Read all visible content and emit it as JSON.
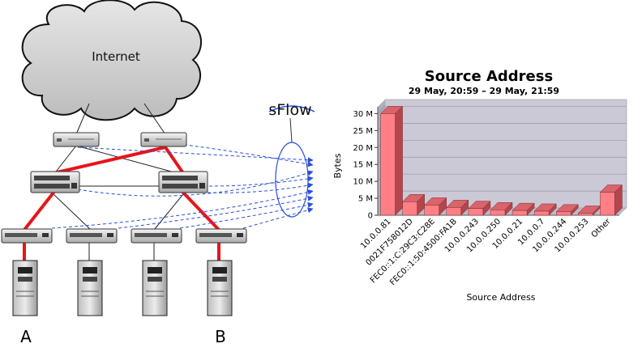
{
  "diagram": {
    "cloud_label": "Internet",
    "host_a_label": "A",
    "host_b_label": "B",
    "sflow_logo": "sFlow",
    "colors": {
      "red_path": "#e8141b",
      "sflow_arrow": "#2a4fd8",
      "link": "#222222"
    }
  },
  "chart_data": {
    "type": "bar",
    "title": "Source Address",
    "subtitle": "29 May, 20:59 –   29 May, 21:59",
    "xlabel": "Source Address",
    "ylabel": "Bytes",
    "ylim": [
      0,
      32000000
    ],
    "yticks": [
      0,
      5000000,
      10000000,
      15000000,
      20000000,
      25000000,
      30000000
    ],
    "ytick_labels": [
      "0",
      "5 M",
      "10 M",
      "15 M",
      "20 M",
      "25 M",
      "30 M"
    ],
    "categories": [
      "10.0.0.81",
      "0021F758012D",
      "FEC0::1:C:29C3:C28E",
      "FEC0::1:50:4500:FA1B",
      "10.0.0.243",
      "10.0.0.250",
      "10.0.0.21",
      "10.0.0.7",
      "10.0.0.244",
      "10.0.0.253",
      "Other"
    ],
    "values": [
      30000000,
      4000000,
      3000000,
      2300000,
      2000000,
      1600000,
      1400000,
      1200000,
      1000000,
      600000,
      6800000
    ],
    "grid": true,
    "colors": {
      "bar_front": "#ff7f86",
      "bar_side": "#b3464c",
      "bar_top": "#d9646b",
      "plot_back": "#ccc9d6",
      "plot_side": "#b0adbb"
    }
  }
}
